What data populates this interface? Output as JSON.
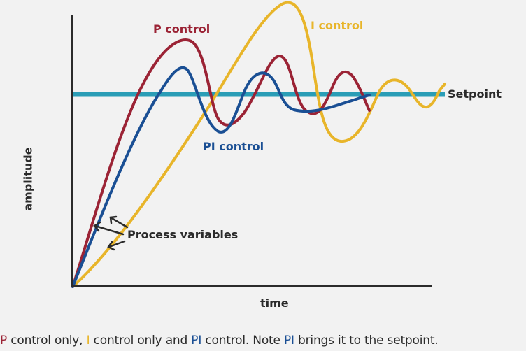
{
  "colors": {
    "background": "#f2f2f2",
    "axis": "#2b2b2b",
    "p_control": "#9b2335",
    "i_control": "#e8b52a",
    "pi_control": "#1a4f94",
    "setpoint": "#2a9db6",
    "text": "#2b2b2b"
  },
  "labels": {
    "p_control": "P control",
    "i_control": "I control",
    "pi_control": "PI control",
    "setpoint": "Setpoint",
    "process_variables": "Process variables",
    "y_axis": "amplitude",
    "x_axis": "time"
  },
  "caption": {
    "p": "P",
    "part1": " control only, ",
    "i": "I",
    "part2": " control only and ",
    "pi1": "PI",
    "part3": " control. Note ",
    "pi2": "PI",
    "part4": " brings it to the setpoint."
  },
  "chart_data": {
    "type": "line",
    "title": "",
    "xlabel": "time",
    "ylabel": "amplitude",
    "grid": false,
    "legend": "inline labels",
    "series": [
      {
        "name": "Setpoint",
        "color": "#2a9db6",
        "description": "constant horizontal line"
      },
      {
        "name": "P control",
        "color": "#9b2335",
        "description": "fast rise, large overshoot, sustained oscillation about level above/below setpoint"
      },
      {
        "name": "I control",
        "color": "#e8b52a",
        "description": "slow rise, largest overshoot, large damped oscillation"
      },
      {
        "name": "PI control",
        "color": "#1a4f94",
        "description": "moderate rise, overshoot, settles to setpoint"
      }
    ],
    "annotations": [
      "Process variables (arrows pointing to the three curves)"
    ]
  }
}
